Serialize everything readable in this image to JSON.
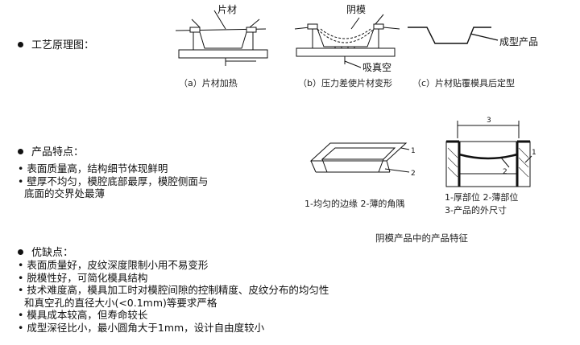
{
  "section_process": {
    "heading": "工艺原理图："
  },
  "diagram_a": {
    "label_sheet": "片材",
    "caption": "（a）片材加热"
  },
  "diagram_b": {
    "label_mold": "阴模",
    "label_vacuum": "吸真空",
    "caption": "（b）压力差使片材变形"
  },
  "diagram_c": {
    "label_product": "成型产品",
    "caption": "（c）片材贴覆模具后定型"
  },
  "section_features": {
    "heading": "产品特点：",
    "items": [
      "表面质量高，结构细节体现鲜明",
      "壁厚不均匀，模腔底部最厚，模腔侧面与",
      "底面的交界处最薄"
    ]
  },
  "figure_left": {
    "num1": "1",
    "num2": "2",
    "caption": "1-均匀的边缘 2-薄的角隅"
  },
  "figure_right": {
    "num1": "1",
    "num2": "2",
    "num3": "3",
    "caption_line1": "1-厚部位 2-薄部位",
    "caption_line2": "3-产品的外尺寸"
  },
  "figure_caption": "阴模产品中的产品特征",
  "section_pros_cons": {
    "heading": "优缺点：",
    "items": [
      "表面质量好，皮纹深度限制小用不易变形",
      "脱模性好，可简化模具结构",
      "技术难度高，模具加工时对模腔间隙的控制精度、皮纹分布的均匀性",
      "和真空孔的直径大小(<0.1mm)等要求严格",
      "模具成本较高，但寿命较长",
      "成型深径比小，最小圆角大于1mm，设计自由度较小"
    ]
  }
}
